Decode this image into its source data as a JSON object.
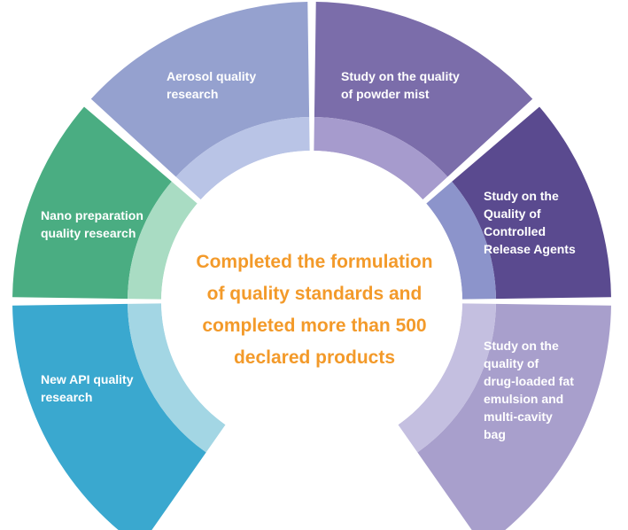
{
  "colors": {
    "aerosol": "#95a1cf",
    "aerosol_inner": "#b9c4e6",
    "powder": "#7b6daa",
    "powder_inner": "#a69bcd",
    "controlled": "#5a4a8f",
    "controlled_inner": "#8c94cb",
    "fat": "#a89fcc",
    "fat_inner": "#c4bfe0",
    "api": "#3aa8cf",
    "api_inner": "#a3d6e4",
    "nano": "#4aad82",
    "nano_inner": "#a9dcc3",
    "center_text": "#f39a2a"
  },
  "segments": {
    "aerosol": "Aerosol quality\nresearch",
    "powder": "Study on the quality\nof powder mist",
    "controlled": "Study on the\nQuality of\nControlled\nRelease Agents",
    "fat": "Study on the\nquality of\ndrug-loaded fat\nemulsion and\nmulti-cavity\nbag",
    "api": "New API quality\nresearch",
    "nano": "Nano preparation\nquality research"
  },
  "center": {
    "line1": "Completed the formulation",
    "line2": "of quality standards and",
    "line3": "completed more than 500",
    "line4": "declared products"
  }
}
